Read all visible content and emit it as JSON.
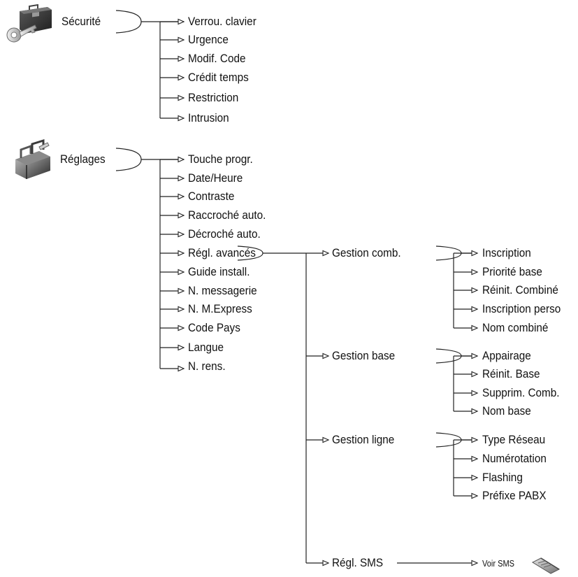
{
  "menu": {
    "securite": {
      "title": "Sécurité",
      "icon": "security-briefcase-key-icon",
      "items": [
        "Verrou. clavier",
        "Urgence",
        "Modif. Code",
        "Crédit temps",
        "Restriction",
        "Intrusion"
      ]
    },
    "reglages": {
      "title": "Réglages",
      "icon": "settings-toolbox-icon",
      "items": [
        "Touche progr.",
        "Date/Heure",
        "Contraste",
        "Raccroché auto.",
        "Décroché auto.",
        "Régl. avancés",
        "Guide install.",
        "N. messagerie",
        "N. M.Express",
        "Code Pays",
        "Langue",
        "N. rens."
      ]
    },
    "regl_avances": {
      "groups": [
        {
          "title": "Gestion comb.",
          "items": [
            "Inscription",
            "Priorité base",
            "Réinit. Combiné",
            "Inscription perso",
            "Nom combiné"
          ]
        },
        {
          "title": "Gestion base",
          "items": [
            "Appairage",
            "Réinit. Base",
            "Supprim. Comb.",
            "Nom base"
          ]
        },
        {
          "title": "Gestion ligne",
          "items": [
            "Type Réseau",
            "Numérotation",
            "Flashing",
            "Préfixe PABX"
          ]
        },
        {
          "title": "Régl. SMS",
          "items": [
            "Voir SMS"
          ],
          "icon": "sms-phone-icon"
        }
      ]
    }
  },
  "colors": {
    "line": "#222222",
    "text": "#111111",
    "icon_dark": "#3a3a3a",
    "icon_light": "#bdbdbd"
  }
}
